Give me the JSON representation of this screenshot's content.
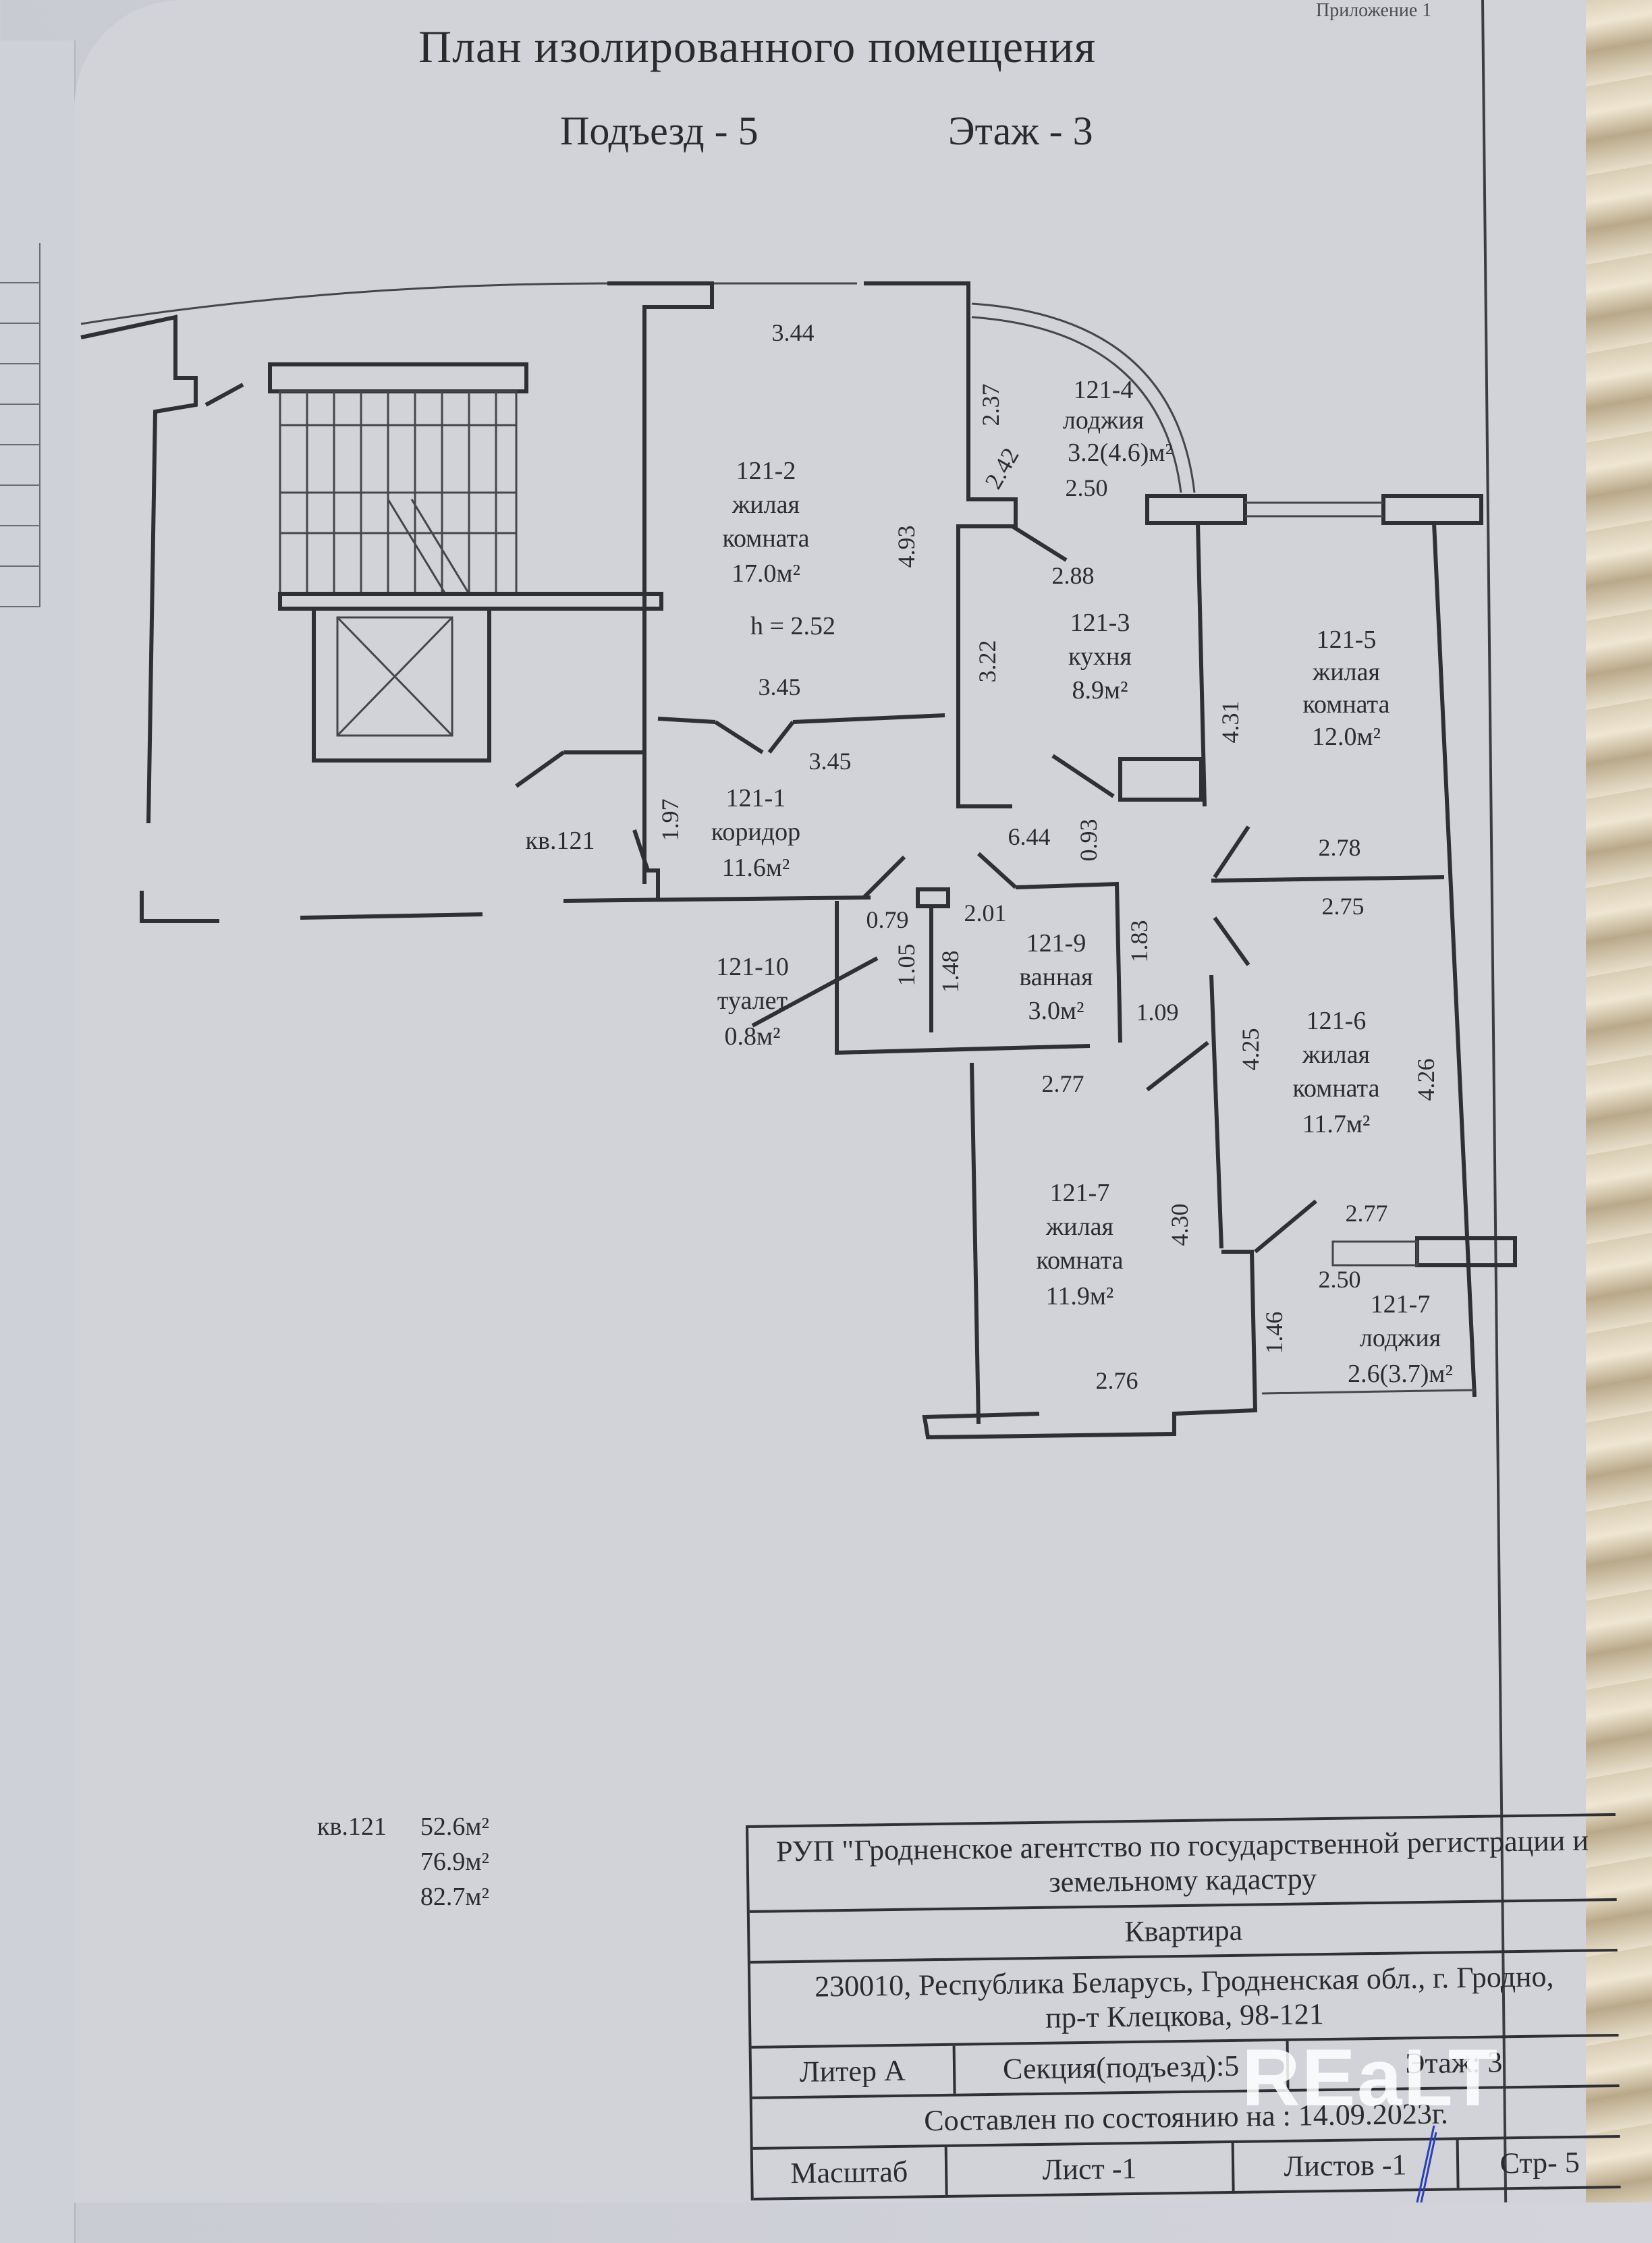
{
  "header": {
    "appendix": "Приложение 1",
    "title": "План изолированного помещения",
    "entrance": "Подъезд - 5",
    "floor": "Этаж - 3"
  },
  "plan": {
    "apartment_label": "кв.121",
    "ceiling_height": "h = 2.52",
    "rooms": [
      {
        "id": "121-1",
        "name": "коридор",
        "area": "11.6м²"
      },
      {
        "id": "121-2",
        "name": "жилая комната",
        "area": "17.0м²"
      },
      {
        "id": "121-3",
        "name": "кухня",
        "area": "8.9м²"
      },
      {
        "id": "121-4",
        "name": "лоджия",
        "area": "3.2(4.6)м²"
      },
      {
        "id": "121-5",
        "name": "жилая комната",
        "area": "12.0м²"
      },
      {
        "id": "121-6",
        "name": "жилая комната",
        "area": "11.7м²"
      },
      {
        "id": "121-7",
        "name": "жилая комната",
        "area": "11.9м²"
      },
      {
        "id": "121-7",
        "name": "лоджия",
        "area": "2.6(3.7)м²"
      },
      {
        "id": "121-9",
        "name": "ванная",
        "area": "3.0м²"
      },
      {
        "id": "121-10",
        "name": "туалет",
        "area": "0.8м²"
      }
    ],
    "room_name_lines": {
      "living_1": "жилая",
      "living_2": "комната"
    },
    "dimensions": {
      "d344": "3.44",
      "d237": "2.37",
      "d242": "2.42",
      "d250a": "2.50",
      "d493": "4.93",
      "d288": "2.88",
      "d322": "3.22",
      "d431": "4.31",
      "d345a": "3.45",
      "d345b": "3.45",
      "d197": "1.97",
      "d644": "6.44",
      "d093": "0.93",
      "d278": "2.78",
      "d275": "2.75",
      "d079": "0.79",
      "d201": "2.01",
      "d183": "1.83",
      "d105": "1.05",
      "d148": "1.48",
      "d109": "1.09",
      "d277a": "2.77",
      "d425": "4.25",
      "d426": "4.26",
      "d430": "4.30",
      "d277b": "2.77",
      "d250b": "2.50",
      "d146": "1.46",
      "d276": "2.76"
    }
  },
  "totals": {
    "label": "кв.121",
    "values": [
      "52.6м²",
      "76.9м²",
      "82.7м²"
    ]
  },
  "title_block": {
    "organization": "РУП \"Гродненское агентство по государственной регистрации и земельному кадастру",
    "object_type": "Квартира",
    "address_line1": "230010, Республика Беларусь, Гродненская обл., г. Гродно,",
    "address_line2": "пр-т Клецкова, 98-121",
    "liter": "Литер А",
    "section": "Секция(подъезд):5",
    "floor": "Этаж: 3",
    "state_date": "Составлен по состоянию на : 14.09.2023г.",
    "scale_label": "Масштаб",
    "sheet": "Лист -1",
    "sheets_total": "Листов -1",
    "page": "Стр- 5"
  },
  "watermark": "REaLT",
  "colors": {
    "paper": "#d2d3d9",
    "ink": "#2f3034",
    "signature": "#2a3fb8"
  }
}
